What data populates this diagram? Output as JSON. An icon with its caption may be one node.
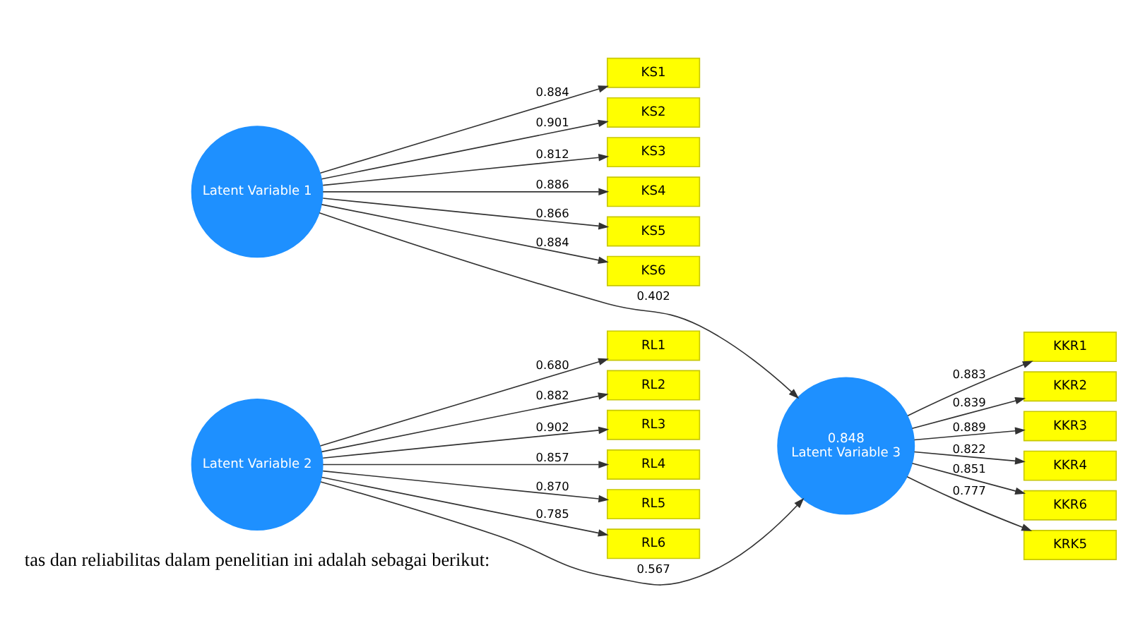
{
  "diagram": {
    "nodes": [
      {
        "text": [
          "KS1"
        ]
      },
      {
        "text": [
          "KS2"
        ]
      },
      {
        "text": [
          "KS3"
        ]
      },
      {
        "text": [
          "KS4"
        ]
      },
      {
        "text": [
          "KS5"
        ]
      },
      {
        "text": [
          "KS6"
        ]
      },
      {
        "text": [
          "Latent Variable 1"
        ]
      },
      {
        "text": [
          "RL1"
        ]
      },
      {
        "text": [
          "RL2"
        ]
      },
      {
        "text": [
          "RL3"
        ]
      },
      {
        "text": [
          "RL4"
        ]
      },
      {
        "text": [
          "RL5"
        ]
      },
      {
        "text": [
          "RL6"
        ]
      },
      {
        "text": [
          "Latent Variable 2"
        ]
      },
      {
        "text": [
          "0.848",
          "Latent Variable 3"
        ]
      },
      {
        "text": [
          "KKR1"
        ]
      },
      {
        "text": [
          "KKR2"
        ]
      },
      {
        "text": [
          "KKR3"
        ]
      },
      {
        "text": [
          "KKR4"
        ]
      },
      {
        "text": [
          "KKR6"
        ]
      },
      {
        "text": [
          "KRK5"
        ]
      }
    ],
    "edges": [
      {
        "from": 6,
        "to": 0,
        "arrow": "to",
        "label": "0.884"
      },
      {
        "from": 6,
        "to": 1,
        "arrow": "to",
        "label": "0.901"
      },
      {
        "from": 6,
        "to": 2,
        "arrow": "to",
        "label": "0.812"
      },
      {
        "from": 6,
        "to": 3,
        "arrow": "to",
        "label": "0.886"
      },
      {
        "from": 6,
        "to": 4,
        "arrow": "to",
        "label": "0.866"
      },
      {
        "from": 6,
        "to": 5,
        "arrow": "to",
        "label": "0.884"
      },
      {
        "from": 13,
        "to": 7,
        "arrow": "to",
        "label": "0.680"
      },
      {
        "from": 13,
        "to": 8,
        "arrow": "to",
        "label": "0.882"
      },
      {
        "from": 13,
        "to": 9,
        "arrow": "to",
        "label": "0.902"
      },
      {
        "from": 13,
        "to": 10,
        "arrow": "to",
        "label": "0.857"
      },
      {
        "from": 13,
        "to": 11,
        "arrow": "to",
        "label": "0.870"
      },
      {
        "from": 13,
        "to": 12,
        "arrow": "to",
        "label": "0.785"
      },
      {
        "from": 6,
        "to": 14,
        "arrow": "to",
        "label": "0.402"
      },
      {
        "from": 13,
        "to": 14,
        "arrow": "to",
        "label": "0.567"
      },
      {
        "from": 14,
        "to": 15,
        "arrow": "to",
        "label": "0.883"
      },
      {
        "from": 14,
        "to": 16,
        "arrow": "to",
        "label": "0.839"
      },
      {
        "from": 14,
        "to": 17,
        "arrow": "to",
        "label": "0.889"
      },
      {
        "from": 14,
        "to": 18,
        "arrow": "to",
        "label": "0.822"
      },
      {
        "from": 14,
        "to": 19,
        "arrow": "to",
        "label": "0.851"
      },
      {
        "from": 14,
        "to": 20,
        "arrow": "to",
        "label": "0.777"
      }
    ],
    "labels": [
      "tas dan reliabilitas dalam penelitian ini adalah sebagai berikut:"
    ]
  }
}
